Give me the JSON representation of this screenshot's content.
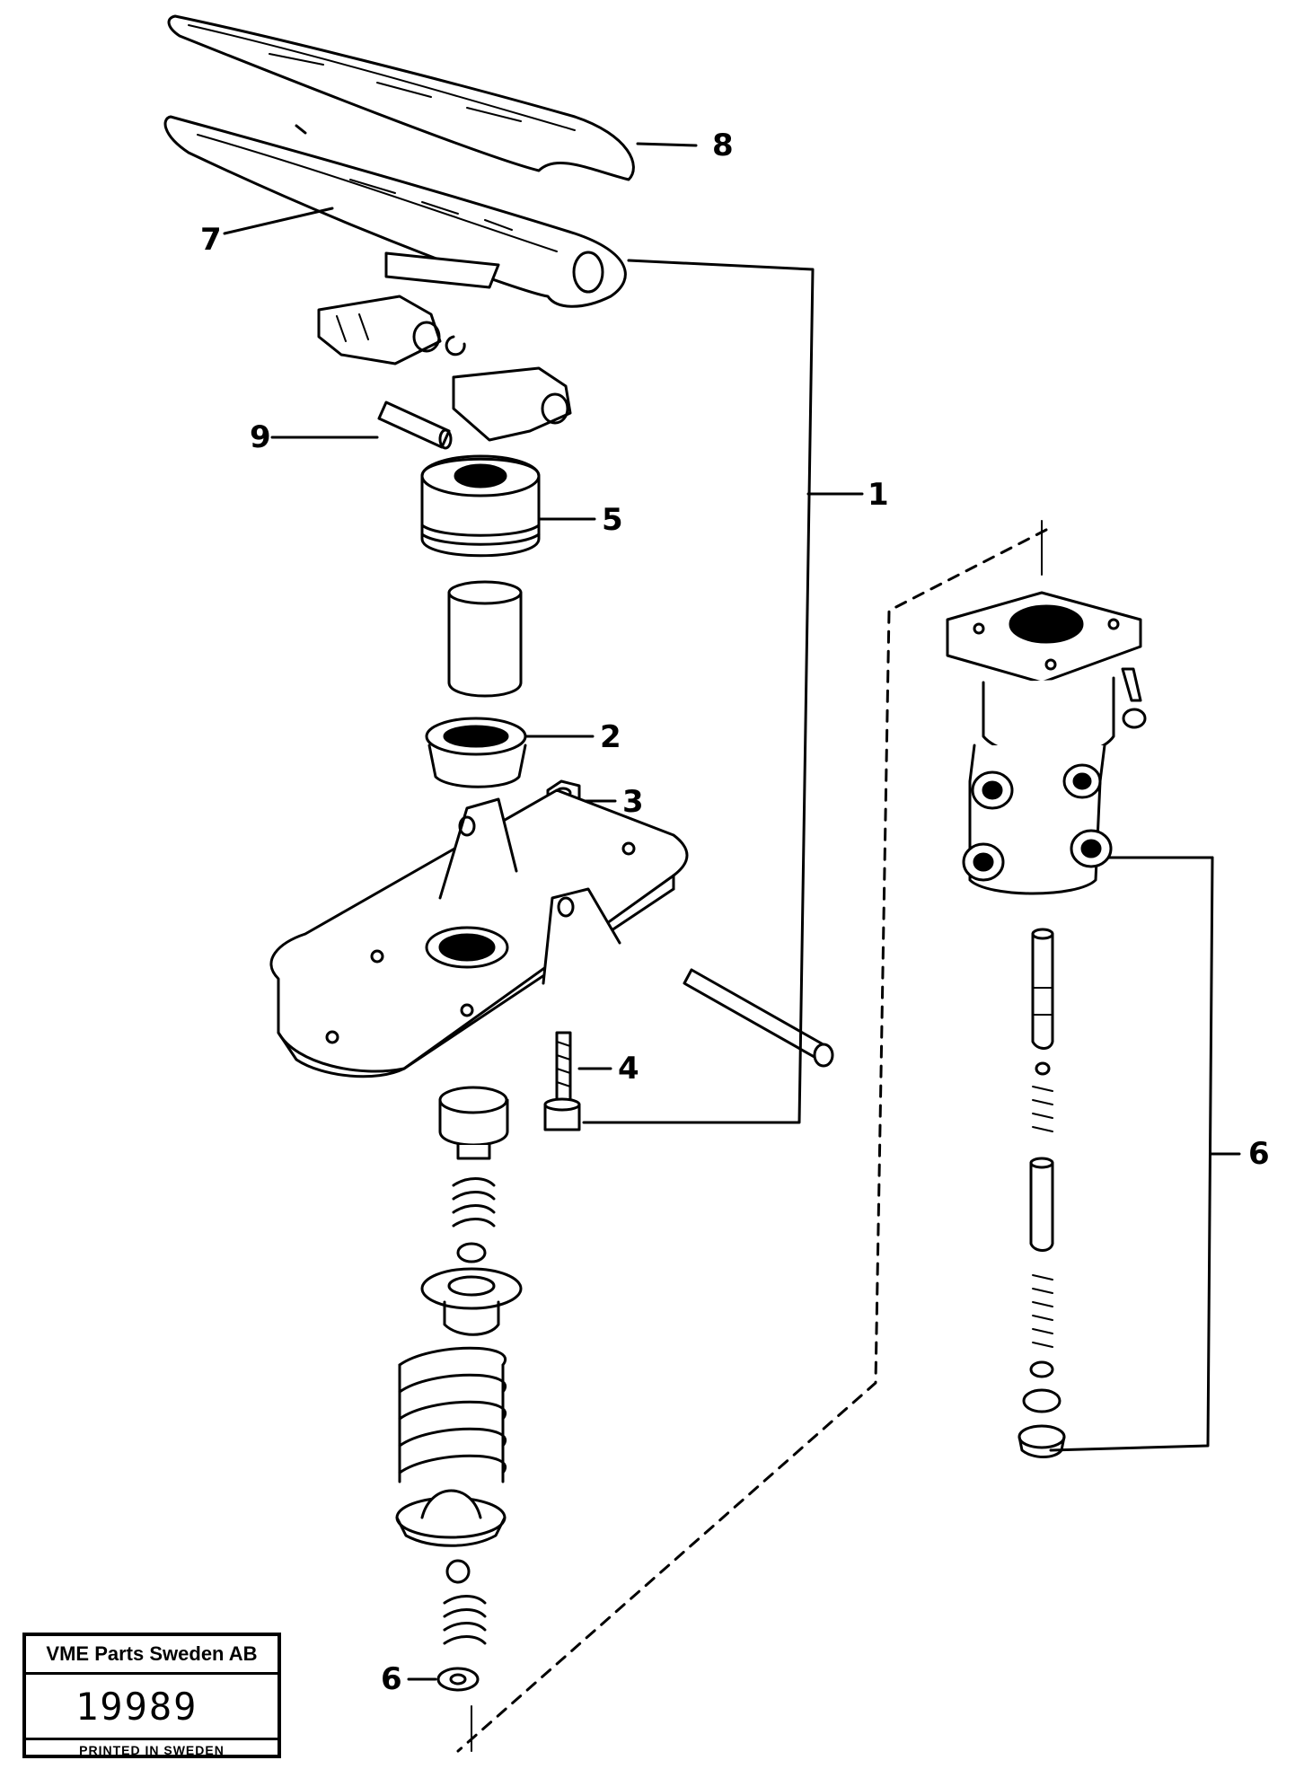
{
  "callouts": {
    "c1": "1",
    "c2": "2",
    "c3": "3",
    "c4": "4",
    "c5": "5",
    "c6_kit": "6",
    "c6_bottom": "6",
    "c7": "7",
    "c8": "8",
    "c9": "9"
  },
  "stamp": {
    "company": "VME Parts Sweden AB",
    "number": "19989",
    "printed": "PRINTED IN SWEDEN"
  }
}
